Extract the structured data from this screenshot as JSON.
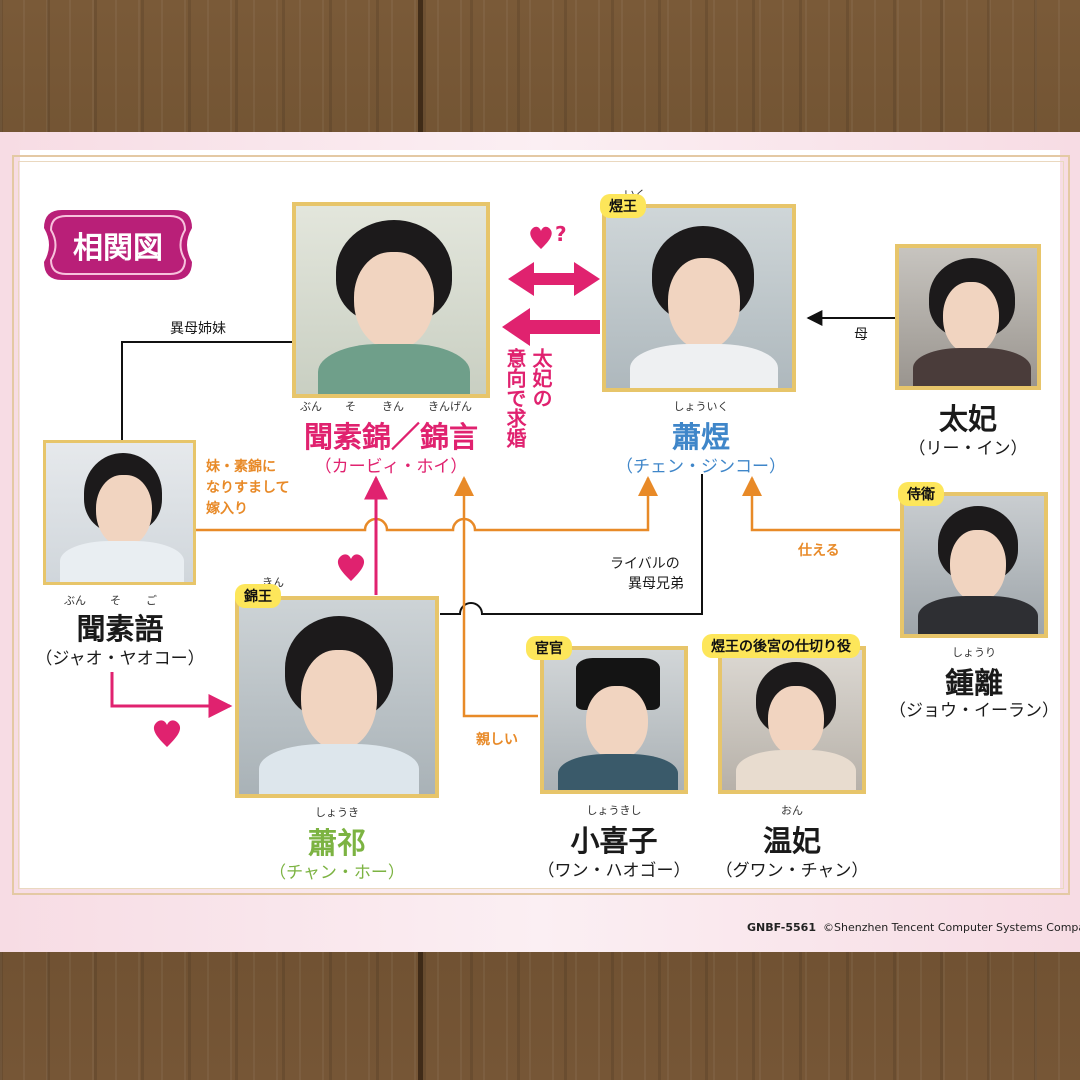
{
  "title": "相関図",
  "characters": {
    "wen_sujin": {
      "ruby": [
        "ぶん",
        "そ",
        "きん",
        "きんげん"
      ],
      "name": "聞素錦／錦言",
      "actor": "（カービィ・ホイ）"
    },
    "xiao_yu": {
      "role": "煜王",
      "role_ruby": "いく",
      "ruby": "しょういく",
      "name": "蕭煜",
      "actor": "（チェン・ジンコー）"
    },
    "taihi": {
      "name": "太妃",
      "actor": "（リー・イン）"
    },
    "wen_suyu": {
      "ruby": [
        "ぶん",
        "そ",
        "ご"
      ],
      "name": "聞素語",
      "actor": "（ジャオ・ヤオコー）"
    },
    "xiao_qi": {
      "role": "錦王",
      "role_ruby": "きん",
      "ruby": "しょうき",
      "name": "蕭祁",
      "actor": "（チャン・ホー）"
    },
    "xiaoxizi": {
      "role": "宦官",
      "ruby": "しょうきし",
      "name": "小喜子",
      "actor": "（ワン・ハオゴー）"
    },
    "onhi": {
      "role": "煜王の後宮の仕切り役",
      "ruby": "おん",
      "name": "温妃",
      "actor": "（グワン・チャン）"
    },
    "shori": {
      "role": "侍衛",
      "ruby": "しょうり",
      "name": "鍾離",
      "actor": "（ジョウ・イーラン）"
    }
  },
  "relations": {
    "half_sisters": "異母姉妹",
    "mother": "母",
    "rival_brothers": [
      "ライバルの",
      "異母兄弟"
    ],
    "serves": "仕える",
    "close": "親しい",
    "impersonation": [
      "妹・素錦に",
      "なりすまして",
      "嫁入り"
    ],
    "proposal_vertical": [
      "太妃の",
      "意向で求婚"
    ],
    "question_mark": "?"
  },
  "footer": {
    "code": "GNBF-5561",
    "copyright": "©Shenzhen Tencent Computer Systems Company"
  },
  "colors": {
    "pink": "#e0226f",
    "orange": "#e88a28",
    "blue": "#3f86c9",
    "green": "#7cb342",
    "gold_frame": "#e7c56a",
    "role_badge": "#fde65a"
  }
}
